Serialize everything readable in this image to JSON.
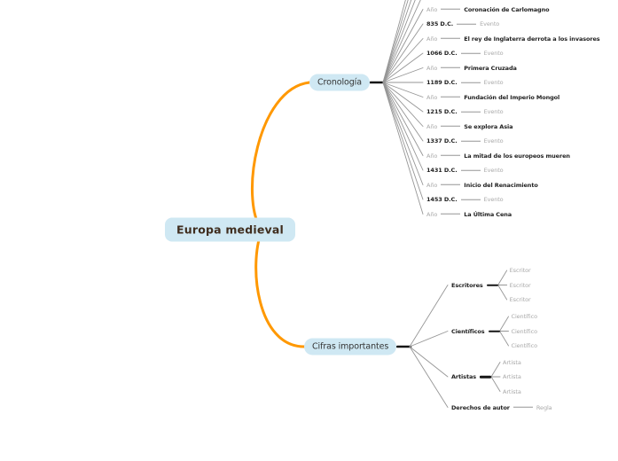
{
  "colors": {
    "background": "#ffffff",
    "node_fill": "#cfe8f3",
    "center_text": "#3f2d1e",
    "node_text": "#333333",
    "text_dark": "#1f1f1f",
    "text_muted": "#a9a9a9",
    "branch_curve": "#ff9800",
    "line_gray": "#969696",
    "line_dark": "#161616"
  },
  "center": {
    "label": "Europa medieval"
  },
  "branches": [
    {
      "id": "cronologia",
      "label": "Cronología",
      "rows": [
        {
          "label": "Año",
          "label_muted": true,
          "value": "Coronación de Carlomagno",
          "value_muted": false
        },
        {
          "label": "835 D.C.",
          "label_muted": false,
          "value": "Evento",
          "value_muted": true
        },
        {
          "label": "Año",
          "label_muted": true,
          "value": "El rey de Inglaterra derrota a los invasores",
          "value_muted": false
        },
        {
          "label": "1066 D.C.",
          "label_muted": false,
          "value": "Evento",
          "value_muted": true
        },
        {
          "label": "Año",
          "label_muted": true,
          "value": "Primera Cruzada",
          "value_muted": false
        },
        {
          "label": "1189 D.C.",
          "label_muted": false,
          "value": "Evento",
          "value_muted": true
        },
        {
          "label": "Año",
          "label_muted": true,
          "value": "Fundación del Imperio Mongol",
          "value_muted": false
        },
        {
          "label": "1215 D.C.",
          "label_muted": false,
          "value": "Evento",
          "value_muted": true
        },
        {
          "label": "Año",
          "label_muted": true,
          "value": "Se explora Asia",
          "value_muted": false
        },
        {
          "label": "1337 D.C.",
          "label_muted": false,
          "value": "Evento",
          "value_muted": true
        },
        {
          "label": "Año",
          "label_muted": true,
          "value": "La mitad de los europeos mueren",
          "value_muted": false
        },
        {
          "label": "1431 D.C.",
          "label_muted": false,
          "value": "Evento",
          "value_muted": true
        },
        {
          "label": "Año",
          "label_muted": true,
          "value": "Inicio del Renacimiento",
          "value_muted": false
        },
        {
          "label": "1453 D.C.",
          "label_muted": false,
          "value": "Evento",
          "value_muted": true
        },
        {
          "label": "Año",
          "label_muted": true,
          "value": "La Última Cena",
          "value_muted": false
        }
      ]
    },
    {
      "id": "cifras-importantes",
      "label": "Cifras importantes",
      "groups": [
        {
          "label": "Escritores",
          "children": [
            "Escritor",
            "Escritor",
            "Escritor"
          ]
        },
        {
          "label": "Científicos",
          "children": [
            "Científico",
            "Científico",
            "Científico"
          ]
        },
        {
          "label": "Artistas",
          "children": [
            "Artista",
            "Artista",
            "Artista"
          ]
        },
        {
          "label": "Derechos de autor",
          "value": "Regla",
          "value_muted": true
        }
      ]
    }
  ]
}
